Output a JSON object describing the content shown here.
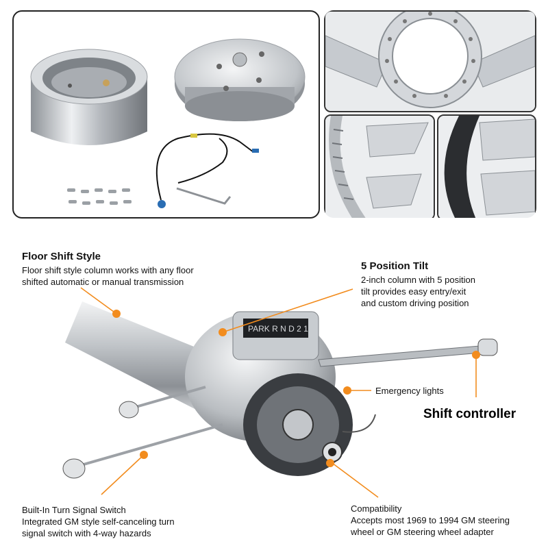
{
  "annotations": {
    "floor_shift": {
      "title": "Floor Shift Style",
      "line1": "Floor shift style column works with any floor",
      "line2": "shifted automatic or manual transmission"
    },
    "tilt": {
      "title": "5 Position Tilt",
      "line1": "2-inch column with 5 position",
      "line2": "tilt provides easy entry/exit",
      "line3": "and custom driving position"
    },
    "emergency": {
      "title": "Emergency lights"
    },
    "shift_controller": {
      "title": "Shift controller"
    },
    "turn_signal": {
      "title": "Built-In Turn Signal Switch",
      "line1": "Integrated GM style self-canceling turn",
      "line2": "signal switch with 4-way hazards"
    },
    "compatibility": {
      "title": "Compatibility",
      "line1": "Accepts most 1969 to 1994 GM steering",
      "line2": "wheel or GM steering wheel adapter"
    }
  },
  "indicator": {
    "gear_text": "PARK R N D 2 1"
  },
  "colors": {
    "accent": "#f28c1e",
    "chrome": "#c9ccd0",
    "border": "#222222"
  }
}
